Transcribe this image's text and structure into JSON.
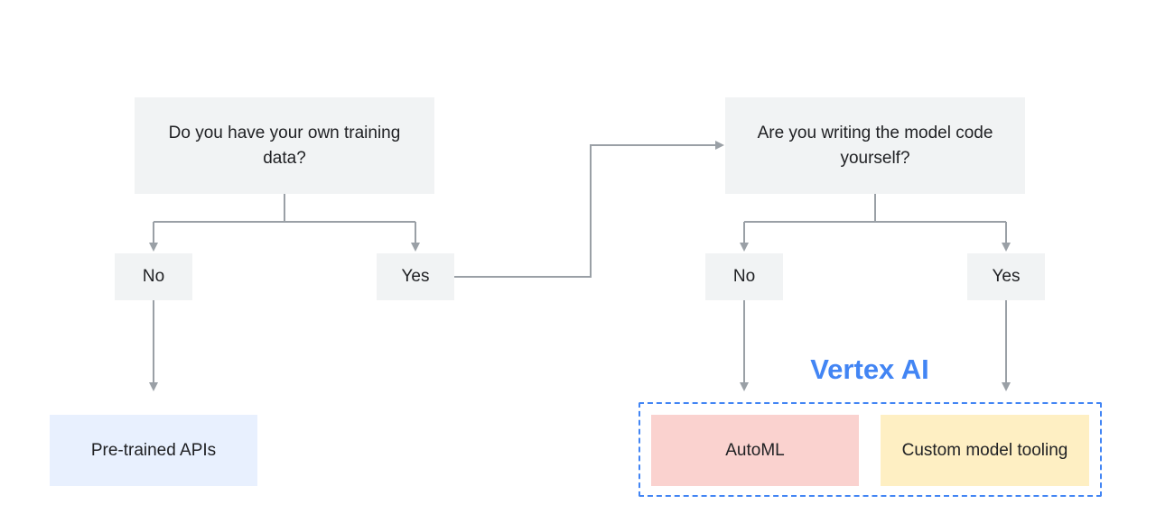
{
  "questions": {
    "training_data": "Do you have your own training data?",
    "writing_code": "Are you writing the model code yourself?"
  },
  "answers": {
    "no": "No",
    "yes": "Yes"
  },
  "results": {
    "pretrained": "Pre-trained APIs",
    "automl": "AutoML",
    "custom": "Custom model tooling"
  },
  "group": {
    "label": "Vertex AI"
  },
  "colors": {
    "question_bg": "#f1f3f4",
    "connector": "#9aa0a6",
    "pretrained_bg": "#e8f0fe",
    "automl_bg": "#fad2cf",
    "custom_bg": "#feefc3",
    "vertex_accent": "#4285f4",
    "text": "#202124"
  }
}
